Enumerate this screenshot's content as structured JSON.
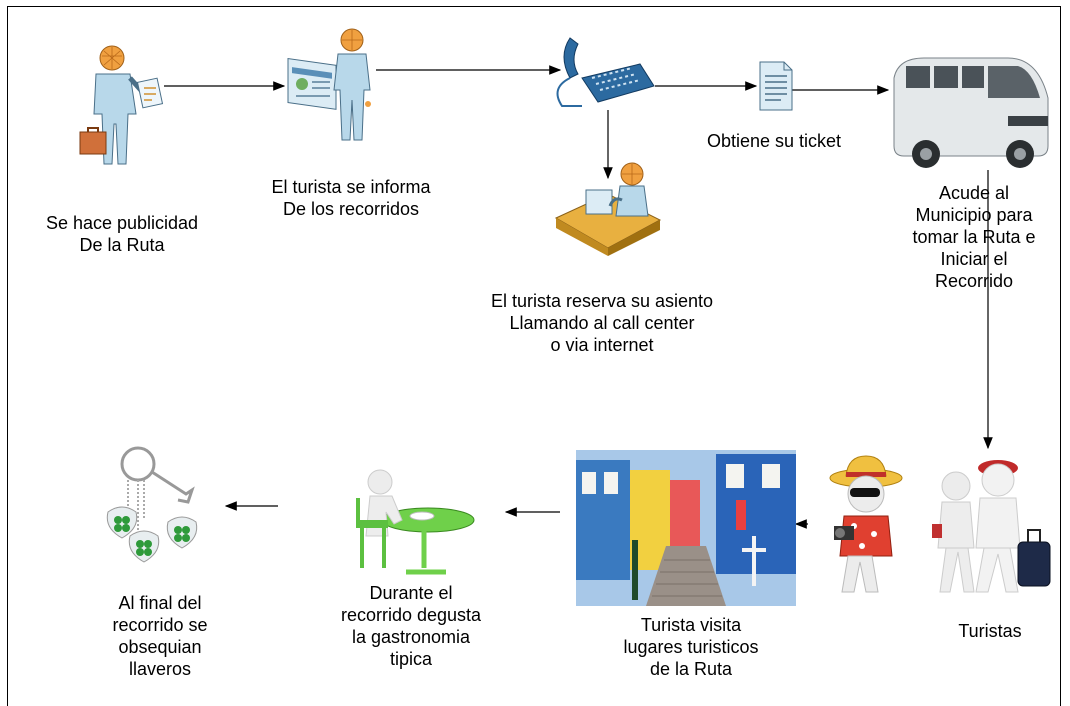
{
  "labels": {
    "publicidad": "Se hace publicidad\nDe la Ruta",
    "informa": "El turista se informa\nDe los recorridos",
    "reserva": "El turista reserva su asiento\nLlamando al call center\no via internet",
    "ticket": "Obtiene su ticket",
    "municipio": "Acude al\nMunicipio para\ntomar la Ruta e\nIniciar el\nRecorrido",
    "turistas": "Turistas",
    "visita": "Turista visita\nlugares turisticos\nde la Ruta",
    "gastronomia": "Durante el\nrecorrido degusta\nla gastronomia\ntipica",
    "llaveros": "Al final del\nrecorrido se\nobsequian\nllaveros"
  },
  "icons": [
    "presenter-person-icon",
    "browsing-person-icon",
    "telephone-icon",
    "call-center-operator-icon",
    "ticket-document-icon",
    "minibus-icon",
    "tourist-with-hat-icon",
    "tourists-with-luggage-icon",
    "street-photo-icon",
    "dining-figure-icon",
    "keychains-icon"
  ],
  "colors": {
    "person": "#b8d8ea",
    "head": "#f0a040",
    "stroke": "#4a6f88",
    "clover": "#2e9a3a"
  }
}
